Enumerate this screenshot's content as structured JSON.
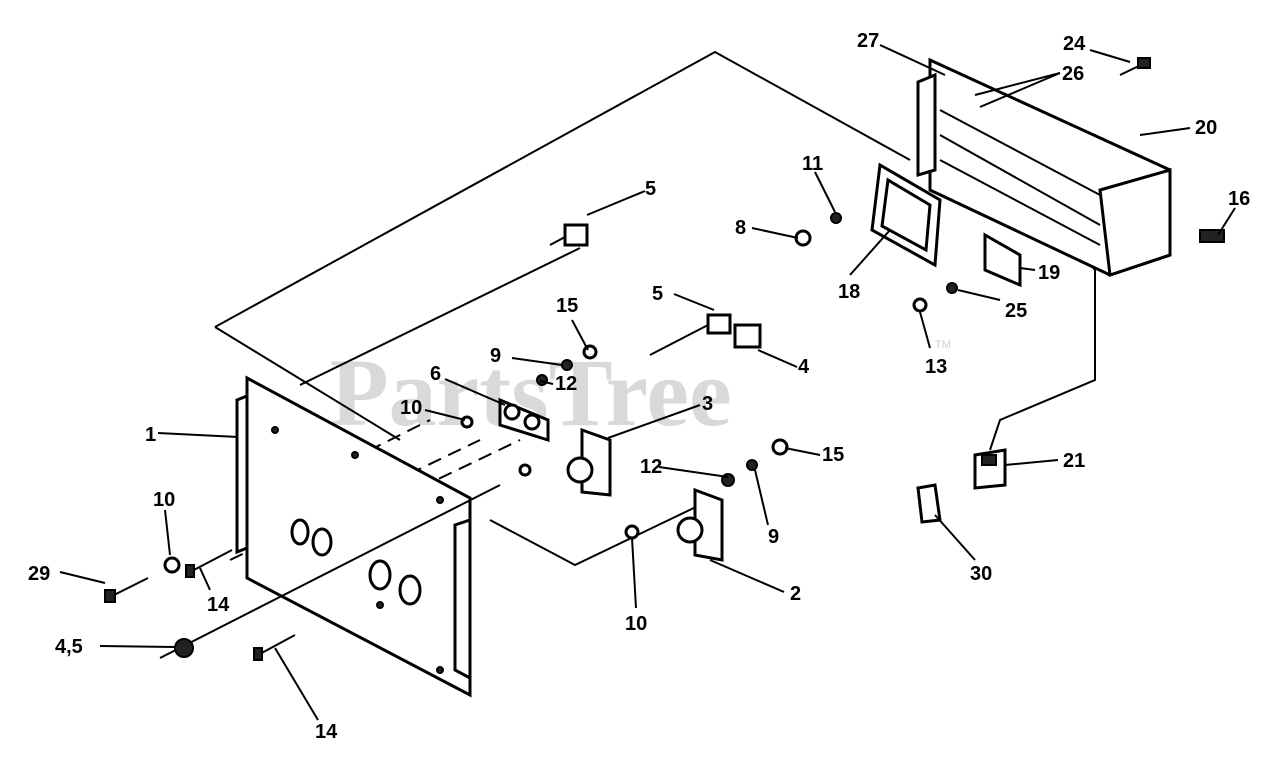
{
  "watermark": {
    "text": "PartsTree",
    "trademark": "TM"
  },
  "callouts": [
    {
      "id": "c1",
      "label": "1"
    },
    {
      "id": "c2",
      "label": "2"
    },
    {
      "id": "c3",
      "label": "3"
    },
    {
      "id": "c4",
      "label": "4"
    },
    {
      "id": "c4-5",
      "label": "4,5"
    },
    {
      "id": "c5a",
      "label": "5"
    },
    {
      "id": "c5b",
      "label": "5"
    },
    {
      "id": "c6",
      "label": "6"
    },
    {
      "id": "c8",
      "label": "8"
    },
    {
      "id": "c9a",
      "label": "9"
    },
    {
      "id": "c9b",
      "label": "9"
    },
    {
      "id": "c10a",
      "label": "10"
    },
    {
      "id": "c10b",
      "label": "10"
    },
    {
      "id": "c10c",
      "label": "10"
    },
    {
      "id": "c11",
      "label": "11"
    },
    {
      "id": "c12a",
      "label": "12"
    },
    {
      "id": "c12b",
      "label": "12"
    },
    {
      "id": "c13",
      "label": "13"
    },
    {
      "id": "c14a",
      "label": "14"
    },
    {
      "id": "c14b",
      "label": "14"
    },
    {
      "id": "c15a",
      "label": "15"
    },
    {
      "id": "c15b",
      "label": "15"
    },
    {
      "id": "c16",
      "label": "16"
    },
    {
      "id": "c18",
      "label": "18"
    },
    {
      "id": "c19",
      "label": "19"
    },
    {
      "id": "c20",
      "label": "20"
    },
    {
      "id": "c21",
      "label": "21"
    },
    {
      "id": "c24",
      "label": "24"
    },
    {
      "id": "c25",
      "label": "25"
    },
    {
      "id": "c26",
      "label": "26"
    },
    {
      "id": "c27",
      "label": "27"
    },
    {
      "id": "c29",
      "label": "29"
    },
    {
      "id": "c30",
      "label": "30"
    }
  ]
}
